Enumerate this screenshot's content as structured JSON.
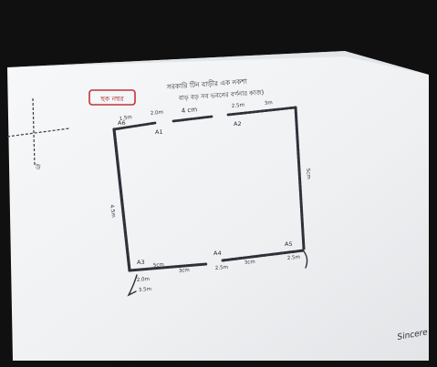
{
  "photo": {
    "background_color": "#101010",
    "paper_color": "#f2f3f5",
    "ink_color": "#2f3038",
    "stamp_color": "#c0343b"
  },
  "sheet": {
    "stamp_text": "ছক নম্বর",
    "heading_line1": "সরকারি টিন বাড়ীর এক নকশা",
    "heading_line2": "বাড় বড় সব ভবনের বর্ণনার কাজ)",
    "compass_label": "উ",
    "signature": "Sincere"
  },
  "plan": {
    "corner_labels": [
      "A1",
      "A2",
      "A3",
      "A4",
      "A5",
      "A6"
    ],
    "dimension_labels": [
      "1.5m",
      "2.0m",
      "4 cm",
      "2.5m",
      "3m",
      "5cm",
      "4.5m",
      "5cm",
      "3cm",
      "2.5m",
      "3cm",
      "2.5m",
      "2.0m",
      "3.5m"
    ]
  }
}
